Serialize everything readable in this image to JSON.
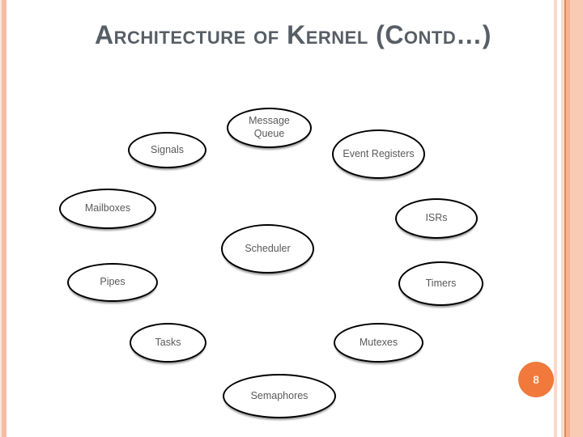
{
  "slide": {
    "title": "Architecture of Kernel (Contd…)",
    "page_number": "8"
  },
  "diagram": {
    "nodes": [
      {
        "label": "Message Queue"
      },
      {
        "label": "Signals"
      },
      {
        "label": "Event Registers"
      },
      {
        "label": "Mailboxes"
      },
      {
        "label": "ISRs"
      },
      {
        "label": "Scheduler"
      },
      {
        "label": "Pipes"
      },
      {
        "label": "Timers"
      },
      {
        "label": "Tasks"
      },
      {
        "label": "Mutexes"
      },
      {
        "label": "Semaphores"
      }
    ]
  },
  "colors": {
    "title_text": "#575E66",
    "node_outline": "#000000",
    "node_text": "#595959",
    "accent_orange": "#F0793B",
    "edge_salmon": "#F5BDA3",
    "edge_pale_pink": "#F9DACA",
    "edge_dark_line": "#E08A55",
    "edge_light_peach": "#FACBB4"
  }
}
